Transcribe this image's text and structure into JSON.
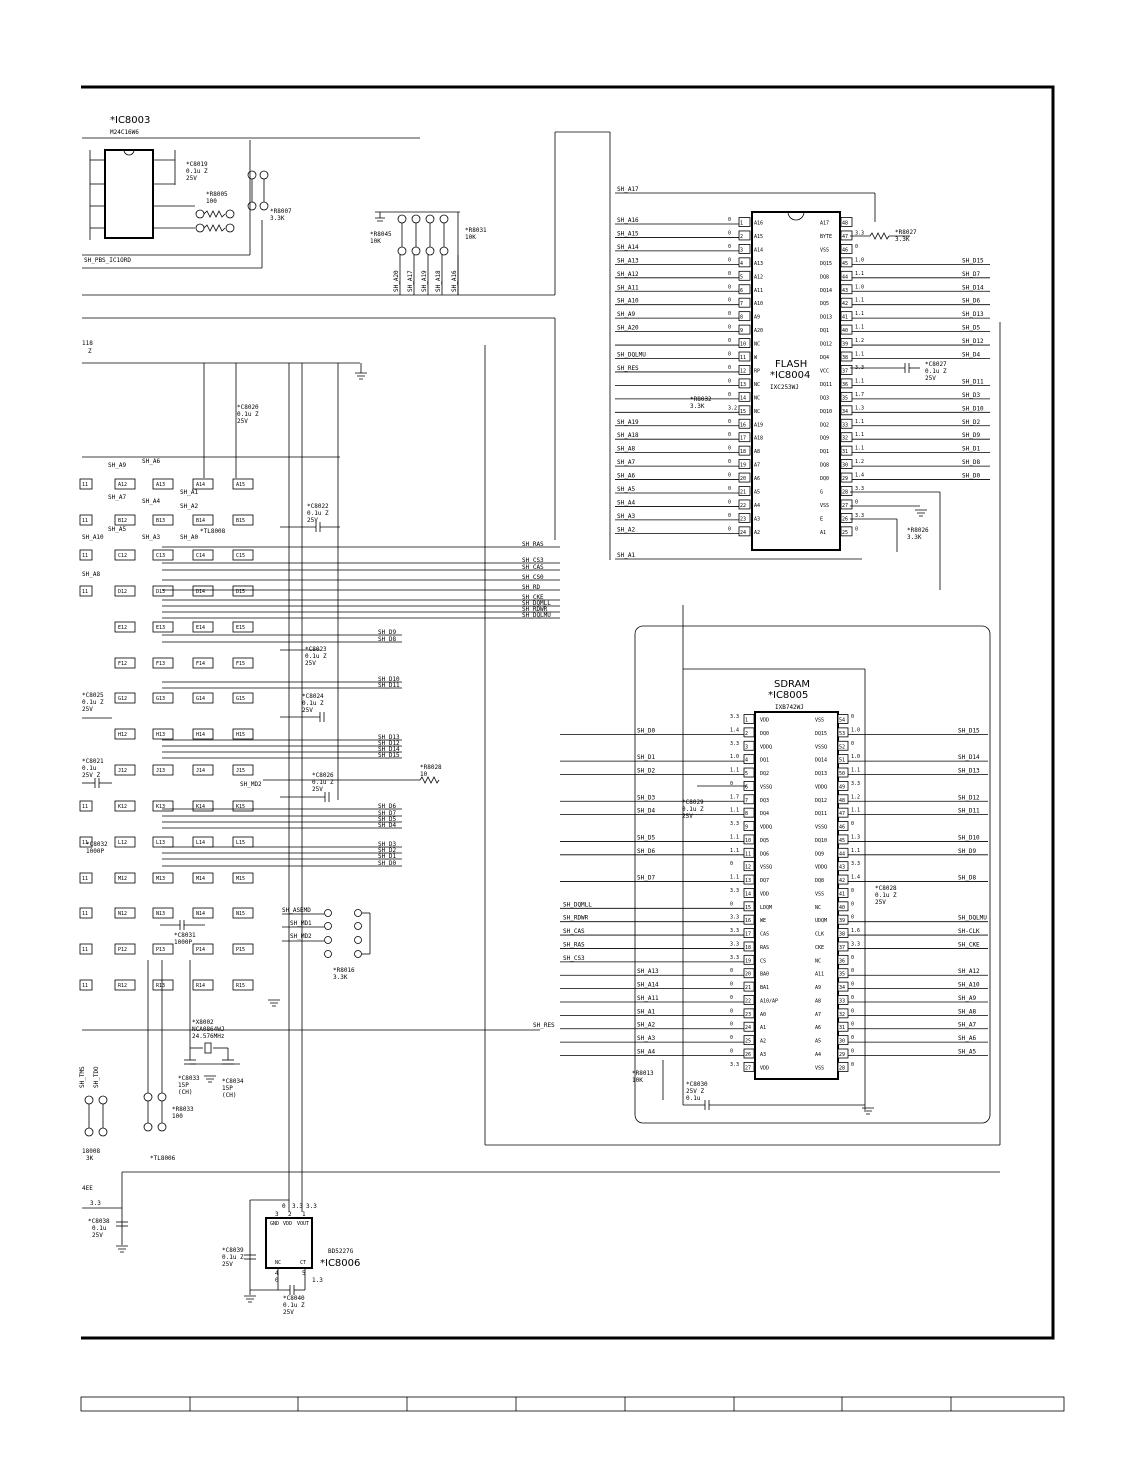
{
  "ic8003": {
    "ref": "*IC8003",
    "part": "M24C16W6",
    "net": "SH_PBS_IC1ORD",
    "c8019": [
      "*C8019",
      "0.1u Z",
      "25V"
    ],
    "r8005": [
      "*R8005",
      "100"
    ],
    "r8007": [
      "*R8007",
      "3.3K"
    ]
  },
  "r8045": [
    "*R8045",
    "10K"
  ],
  "r8031": [
    "*R8031",
    "10K"
  ],
  "addr_vertical": [
    "SH_A20",
    "SH_A17",
    "SH_A19",
    "SH_A18",
    "SH_A16"
  ],
  "flash": {
    "title": "FLASH",
    "ref": "*IC8004",
    "part": "IXC253WJ",
    "left_pins": [
      {
        "num": "1",
        "name": "A16",
        "net": "SH_A16",
        "v": "0"
      },
      {
        "num": "2",
        "name": "A15",
        "net": "SH_A15",
        "v": "0"
      },
      {
        "num": "3",
        "name": "A14",
        "net": "SH_A14",
        "v": "0"
      },
      {
        "num": "4",
        "name": "A13",
        "net": "SH_A13",
        "v": "0"
      },
      {
        "num": "5",
        "name": "A12",
        "net": "SH_A12",
        "v": "0"
      },
      {
        "num": "6",
        "name": "A11",
        "net": "SH_A11",
        "v": "0"
      },
      {
        "num": "7",
        "name": "A10",
        "net": "SH_A10",
        "v": "0"
      },
      {
        "num": "8",
        "name": "A9",
        "net": "SH_A9",
        "v": "0"
      },
      {
        "num": "9",
        "name": "A20",
        "net": "SH_A20",
        "v": "0"
      },
      {
        "num": "10",
        "name": "NC",
        "net": "",
        "v": "0"
      },
      {
        "num": "11",
        "name": "W",
        "net": "SH_DQLMU",
        "v": "0"
      },
      {
        "num": "12",
        "name": "RP",
        "net": "SH_RES",
        "v": "0"
      },
      {
        "num": "13",
        "name": "NC",
        "net": "",
        "v": "0"
      },
      {
        "num": "14",
        "name": "NC",
        "net": "",
        "v": "0"
      },
      {
        "num": "15",
        "name": "NC",
        "net": "",
        "v": "3.2"
      },
      {
        "num": "16",
        "name": "A19",
        "net": "SH_A19",
        "v": "0"
      },
      {
        "num": "17",
        "name": "A18",
        "net": "SH_A18",
        "v": "0"
      },
      {
        "num": "18",
        "name": "A8",
        "net": "SH_A8",
        "v": "0"
      },
      {
        "num": "19",
        "name": "A7",
        "net": "SH_A7",
        "v": "0"
      },
      {
        "num": "20",
        "name": "A6",
        "net": "SH_A6",
        "v": "0"
      },
      {
        "num": "21",
        "name": "A5",
        "net": "SH_A5",
        "v": "0"
      },
      {
        "num": "22",
        "name": "A4",
        "net": "SH_A4",
        "v": "0"
      },
      {
        "num": "23",
        "name": "A3",
        "net": "SH_A3",
        "v": "0"
      },
      {
        "num": "24",
        "name": "A2",
        "net": "SH_A2",
        "v": "0"
      }
    ],
    "right_pins": [
      {
        "num": "48",
        "name": "A17",
        "net": "",
        "v": ""
      },
      {
        "num": "47",
        "name": "BYTE",
        "net": "",
        "v": "3.3"
      },
      {
        "num": "46",
        "name": "VSS",
        "net": "",
        "v": "0"
      },
      {
        "num": "45",
        "name": "DQ15",
        "net": "SH_D15",
        "v": "1.0"
      },
      {
        "num": "44",
        "name": "DQ8",
        "net": "SH_D7",
        "v": "1.1"
      },
      {
        "num": "43",
        "name": "DQ14",
        "net": "SH_D14",
        "v": "1.0"
      },
      {
        "num": "42",
        "name": "DQ5",
        "net": "SH_D6",
        "v": "1.1"
      },
      {
        "num": "41",
        "name": "DQ13",
        "net": "SH_D13",
        "v": "1.1"
      },
      {
        "num": "40",
        "name": "DQ1",
        "net": "SH_D5",
        "v": "1.1"
      },
      {
        "num": "39",
        "name": "DQ12",
        "net": "SH_D12",
        "v": "1.2"
      },
      {
        "num": "38",
        "name": "DQ4",
        "net": "SH_D4",
        "v": "1.1"
      },
      {
        "num": "37",
        "name": "VCC",
        "net": "",
        "v": "3.3"
      },
      {
        "num": "36",
        "name": "DQ11",
        "net": "SH_D11",
        "v": "1.1"
      },
      {
        "num": "35",
        "name": "DQ3",
        "net": "SH_D3",
        "v": "1.7"
      },
      {
        "num": "34",
        "name": "DQ10",
        "net": "SH_D10",
        "v": "1.3"
      },
      {
        "num": "33",
        "name": "DQ2",
        "net": "SH_D2",
        "v": "1.1"
      },
      {
        "num": "32",
        "name": "DQ9",
        "net": "SH_D9",
        "v": "1.1"
      },
      {
        "num": "31",
        "name": "DQ1",
        "net": "SH_D1",
        "v": "1.1"
      },
      {
        "num": "30",
        "name": "DQ8",
        "net": "SH_D8",
        "v": "1.2"
      },
      {
        "num": "29",
        "name": "DQ0",
        "net": "SH_D0",
        "v": "1.4"
      },
      {
        "num": "28",
        "name": "G",
        "net": "",
        "v": "3.3"
      },
      {
        "num": "27",
        "name": "VSS",
        "net": "",
        "v": "0"
      },
      {
        "num": "26",
        "name": "E",
        "net": "",
        "v": "3.3"
      },
      {
        "num": "25",
        "name": "A1",
        "net": "",
        "v": "0"
      }
    ],
    "extra_nets": [
      "SH_A17",
      "SH_A1"
    ],
    "r8027": [
      "*R8027",
      "3.3K"
    ],
    "c8027": [
      "*C8027",
      "0.1u Z",
      "25V"
    ],
    "r8032": [
      "*R8032",
      "3.3K"
    ],
    "r8026": [
      "*R8026",
      "3.3K"
    ]
  },
  "sdram": {
    "title": "SDRAM",
    "ref": "*IC8005",
    "part": "IXB742WJ",
    "left_pins": [
      {
        "num": "1",
        "name": "VDD",
        "net": "",
        "v": "3.3"
      },
      {
        "num": "2",
        "name": "DQ0",
        "net": "SH_D0",
        "v": "1.4"
      },
      {
        "num": "3",
        "name": "VDDQ",
        "net": "",
        "v": "3.3"
      },
      {
        "num": "4",
        "name": "DQ1",
        "net": "SH_D1",
        "v": "1.0"
      },
      {
        "num": "5",
        "name": "DQ2",
        "net": "SH_D2",
        "v": "1.1"
      },
      {
        "num": "6",
        "name": "VSSQ",
        "net": "",
        "v": "0"
      },
      {
        "num": "7",
        "name": "DQ3",
        "net": "SH_D3",
        "v": "1.7"
      },
      {
        "num": "8",
        "name": "DQ4",
        "net": "SH_D4",
        "v": "1.1"
      },
      {
        "num": "9",
        "name": "VDDQ",
        "net": "",
        "v": "3.3"
      },
      {
        "num": "10",
        "name": "DQ5",
        "net": "SH_D5",
        "v": "1.1"
      },
      {
        "num": "11",
        "name": "DQ6",
        "net": "SH_D6",
        "v": "1.1"
      },
      {
        "num": "12",
        "name": "VSSQ",
        "net": "",
        "v": "0"
      },
      {
        "num": "13",
        "name": "DQ7",
        "net": "SH_D7",
        "v": "1.1"
      },
      {
        "num": "14",
        "name": "VDD",
        "net": "",
        "v": "3.3"
      },
      {
        "num": "15",
        "name": "LDQM",
        "net": "SH_DQMLL",
        "v": "0"
      },
      {
        "num": "16",
        "name": "WE",
        "net": "SH_RDWR",
        "v": "3.3"
      },
      {
        "num": "17",
        "name": "CAS",
        "net": "SH_CAS",
        "v": "3.3"
      },
      {
        "num": "18",
        "name": "RAS",
        "net": "SH_RAS",
        "v": "3.3"
      },
      {
        "num": "19",
        "name": "CS",
        "net": "SH_CS3",
        "v": "3.3"
      },
      {
        "num": "20",
        "name": "BA0",
        "net": "SH_A13",
        "v": "0"
      },
      {
        "num": "21",
        "name": "BA1",
        "net": "SH_A14",
        "v": "0"
      },
      {
        "num": "22",
        "name": "A10/AP",
        "net": "SH_A11",
        "v": "0"
      },
      {
        "num": "23",
        "name": "A0",
        "net": "SH_A1",
        "v": "0"
      },
      {
        "num": "24",
        "name": "A1",
        "net": "SH_A2",
        "v": "0"
      },
      {
        "num": "25",
        "name": "A2",
        "net": "SH_A3",
        "v": "0"
      },
      {
        "num": "26",
        "name": "A3",
        "net": "SH_A4",
        "v": "0"
      },
      {
        "num": "27",
        "name": "VDD",
        "net": "",
        "v": "3.3"
      }
    ],
    "right_pins": [
      {
        "num": "54",
        "name": "VSS",
        "net": "",
        "v": "0"
      },
      {
        "num": "53",
        "name": "DQ15",
        "net": "SH_D15",
        "v": "1.0"
      },
      {
        "num": "52",
        "name": "VSSQ",
        "net": "",
        "v": "0"
      },
      {
        "num": "51",
        "name": "DQ14",
        "net": "SH_D14",
        "v": "1.0"
      },
      {
        "num": "50",
        "name": "DQ13",
        "net": "SH_D13",
        "v": "1.1"
      },
      {
        "num": "49",
        "name": "VDDQ",
        "net": "",
        "v": "3.3"
      },
      {
        "num": "48",
        "name": "DQ12",
        "net": "SH_D12",
        "v": "1.2"
      },
      {
        "num": "47",
        "name": "DQ11",
        "net": "SH_D11",
        "v": "1.1"
      },
      {
        "num": "46",
        "name": "VSSQ",
        "net": "",
        "v": "0"
      },
      {
        "num": "45",
        "name": "DQ10",
        "net": "SH_D10",
        "v": "1.3"
      },
      {
        "num": "44",
        "name": "DQ9",
        "net": "SH_D9",
        "v": "1.1"
      },
      {
        "num": "43",
        "name": "VDDQ",
        "net": "",
        "v": "3.3"
      },
      {
        "num": "42",
        "name": "DQ8",
        "net": "SH_D8",
        "v": "1.4"
      },
      {
        "num": "41",
        "name": "VSS",
        "net": "",
        "v": "0"
      },
      {
        "num": "40",
        "name": "NC",
        "net": "",
        "v": "0"
      },
      {
        "num": "39",
        "name": "UDQM",
        "net": "SH_DQLMU",
        "v": "0"
      },
      {
        "num": "38",
        "name": "CLK",
        "net": "SH-CLK",
        "v": "1.6"
      },
      {
        "num": "37",
        "name": "CKE",
        "net": "SH_CKE",
        "v": "3.3"
      },
      {
        "num": "36",
        "name": "NC",
        "net": "",
        "v": "0"
      },
      {
        "num": "35",
        "name": "A11",
        "net": "SH_A12",
        "v": "0"
      },
      {
        "num": "34",
        "name": "A9",
        "net": "SH_A10",
        "v": "0"
      },
      {
        "num": "33",
        "name": "A8",
        "net": "SH_A9",
        "v": "0"
      },
      {
        "num": "32",
        "name": "A7",
        "net": "SH_A8",
        "v": "0"
      },
      {
        "num": "31",
        "name": "A6",
        "net": "SH_A7",
        "v": "0"
      },
      {
        "num": "30",
        "name": "A5",
        "net": "SH_A6",
        "v": "0"
      },
      {
        "num": "29",
        "name": "A4",
        "net": "SH_A5",
        "v": "0"
      },
      {
        "num": "28",
        "name": "VSS",
        "net": "",
        "v": "0"
      }
    ],
    "c8029": [
      "*C8029",
      "0.1u Z",
      "25V"
    ],
    "c8028": [
      "*C8028",
      "0.1u Z",
      "25V"
    ],
    "c8030": [
      "*C8030",
      "25V Z",
      "0.1u"
    ],
    "r8013": [
      "*R8013",
      "10K"
    ]
  },
  "bga": {
    "rows": [
      {
        "cells": [
          "A12",
          "A13",
          "A14",
          "A15"
        ],
        "left": "11"
      },
      {
        "cells": [
          "B12",
          "B13",
          "B14",
          "B15"
        ],
        "left": "11"
      },
      {
        "cells": [
          "C12",
          "C13",
          "C14",
          "C15"
        ],
        "left": "11"
      },
      {
        "cells": [
          "D12",
          "D13",
          "D14",
          "D15"
        ],
        "left": "11"
      },
      {
        "cells": [
          "E12",
          "E13",
          "E14",
          "E15"
        ],
        "left": ""
      },
      {
        "cells": [
          "F12",
          "F13",
          "F14",
          "F15"
        ],
        "left": ""
      },
      {
        "cells": [
          "G12",
          "G13",
          "G14",
          "G15"
        ],
        "left": ""
      },
      {
        "cells": [
          "H12",
          "H13",
          "H14",
          "H15"
        ],
        "left": ""
      },
      {
        "cells": [
          "J12",
          "J13",
          "J14",
          "J15"
        ],
        "left": ""
      },
      {
        "cells": [
          "K12",
          "K13",
          "K14",
          "K15"
        ],
        "left": "11"
      },
      {
        "cells": [
          "L12",
          "L13",
          "L14",
          "L15"
        ],
        "left": "11"
      },
      {
        "cells": [
          "M12",
          "M13",
          "M14",
          "M15"
        ],
        "left": "11"
      },
      {
        "cells": [
          "N12",
          "N13",
          "N14",
          "N15"
        ],
        "left": "11"
      },
      {
        "cells": [
          "P12",
          "P13",
          "P14",
          "P15"
        ],
        "left": "11"
      },
      {
        "cells": [
          "R12",
          "R13",
          "R14",
          "R15"
        ],
        "left": "11"
      }
    ],
    "small_labels": [
      "SH_A9",
      "SH_A6",
      "SH_A7",
      "SH_A1",
      "SH_A4",
      "SH_A2",
      "SH_A5",
      "SH_A3",
      "SH_A0",
      "*TL8008",
      "SH_A10",
      "SH_A8",
      "SH_MD2"
    ],
    "left_edge_labels": [
      "118",
      "Z"
    ],
    "c8020": [
      "*C8020",
      "0.1u Z",
      "25V"
    ],
    "c8022": [
      "*C8022",
      "0.1u Z",
      "25V"
    ],
    "c8023": [
      "*C8023",
      "0.1u Z",
      "25V"
    ],
    "c8024": [
      "*C8024",
      "0.1u Z",
      "25V"
    ],
    "c8026": [
      "*C8026",
      "0.1u Z",
      "25V"
    ],
    "c8025": [
      "*C8025",
      "0.1u Z",
      "25V"
    ],
    "c8021": [
      "*C8021",
      "0.1u",
      "25V Z"
    ],
    "c8032": [
      "*C8032",
      "1000P"
    ],
    "c8031": [
      "*C8031",
      "1000P"
    ],
    "r8028": [
      "*R8028",
      "10"
    ]
  },
  "bus_labels": [
    "SH_RAS",
    "SH_CS3",
    "SH_CAS",
    "SH_CS0",
    "SH_RD",
    "SH_CKE",
    "SH_DQMLL",
    "SH_RDWR",
    "SH_DQLMU",
    "SH_D9",
    "SH_D8",
    "SH_D10",
    "SH_D11",
    "SH_D13",
    "SH_D12",
    "SH_D14",
    "SH_D15",
    "SH_D6",
    "SH_D7",
    "SH_D5",
    "SH_D4",
    "SH_D3",
    "SH_D2",
    "SH_D1",
    "SH_D0"
  ],
  "res_label": "SH_RES",
  "rnet": {
    "labels": [
      "SH_ASEMD",
      "SH_MD1",
      "SH_MD2"
    ],
    "r8016": [
      "*R8016",
      "3.3K"
    ]
  },
  "xtal": {
    "x8002": [
      "*X8002",
      "NCA0864WJ",
      "24.576MHz"
    ],
    "c8033": [
      "*C8033",
      "15P",
      "(CH)"
    ],
    "c8034": [
      "*C8034",
      "15P",
      "(CH)"
    ],
    "r8033": [
      "*R8033",
      "100"
    ]
  },
  "bottom_left": {
    "labels": [
      "SH_TMS",
      "SH_TDO"
    ],
    "r8008": [
      "18008",
      "3K"
    ],
    "tl8006": "*TL8006",
    "ref4ee": "4EE",
    "c8038": [
      "*C8038",
      "0.1u",
      "25V"
    ],
    "v33": "3.3"
  },
  "ic8006": {
    "ref": "*IC8006",
    "part": "BD5227G",
    "pins_top": [
      "GND",
      "VDD",
      "VOUT"
    ],
    "pins_bot": [
      "NC",
      "CT"
    ],
    "nums_top": [
      "3",
      "2",
      "1"
    ],
    "nums_bot": [
      "4",
      "5"
    ],
    "volts": [
      "0",
      "3.3",
      "3.3",
      "1.3",
      "0"
    ],
    "c8039": [
      "*C8039",
      "0.1u Z",
      "25V"
    ],
    "c8040": [
      "*C8040",
      "0.1u Z",
      "25V"
    ]
  }
}
